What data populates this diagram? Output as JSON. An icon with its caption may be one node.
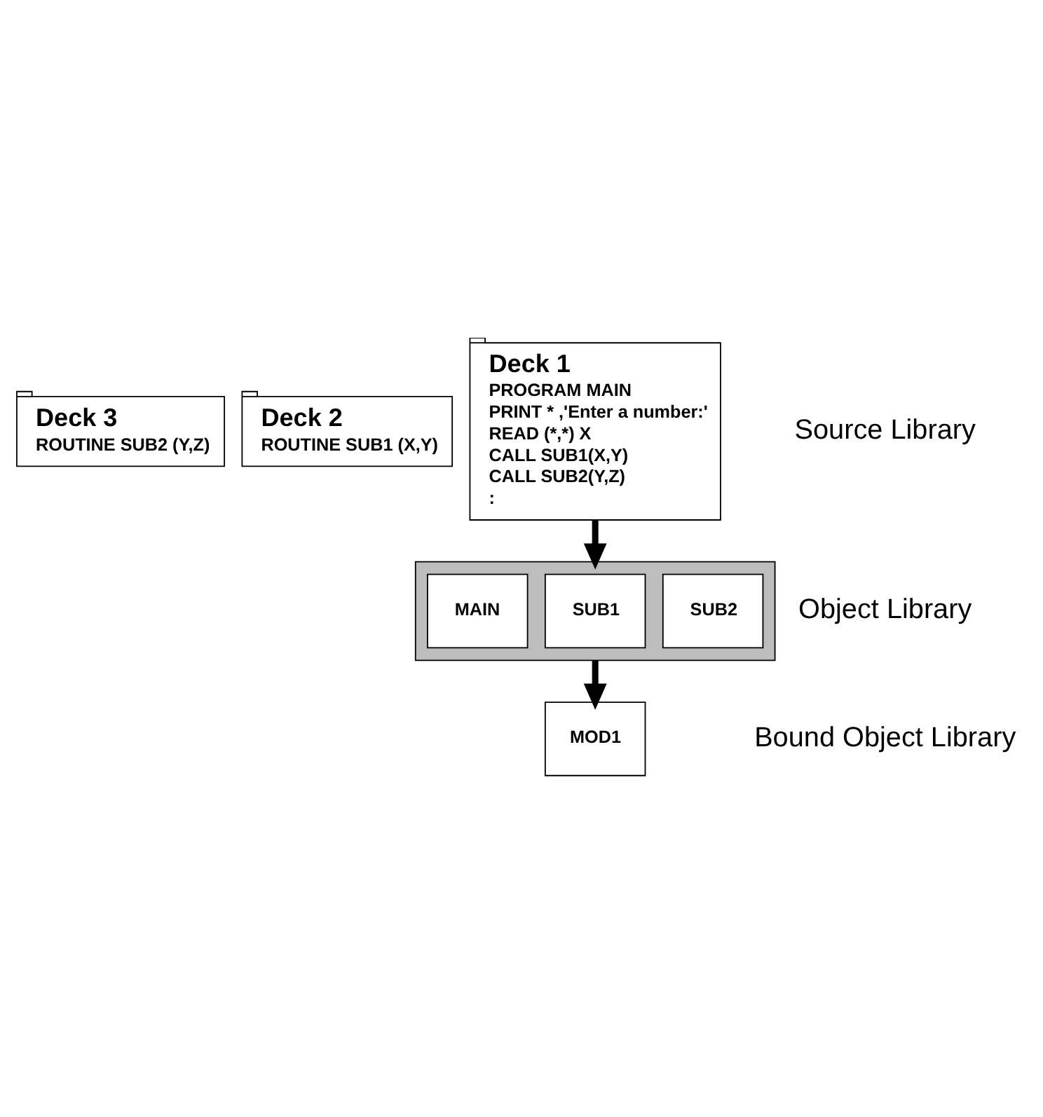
{
  "diagram": {
    "nodes": [
      {
        "text": [
          "Deck 3",
          "ROUTINE SUB2 (Y,Z)"
        ]
      },
      {
        "text": [
          "Deck 2",
          "ROUTINE SUB1 (X,Y)"
        ]
      },
      {
        "text": [
          "Deck 1",
          "PROGRAM MAIN",
          "PRINT * ,'Enter a number:'",
          "READ (*,*) X",
          "CALL SUB1(X,Y)",
          "CALL SUB2(Y,Z)",
          ":"
        ]
      },
      {
        "text": [],
        "shape": "box"
      },
      {
        "text": [
          "MAIN"
        ],
        "in": 3
      },
      {
        "text": [
          "SUB1"
        ],
        "in": 3
      },
      {
        "text": [
          "SUB2"
        ],
        "in": 3
      },
      {
        "text": [
          "MOD1"
        ]
      }
    ],
    "edges": [
      {
        "from": 2,
        "to": 3,
        "arrow": "to"
      },
      {
        "from": 3,
        "to": 7,
        "arrow": "to"
      }
    ],
    "labels": [
      "Source Library",
      "Object Library",
      "Bound Object Library"
    ]
  }
}
